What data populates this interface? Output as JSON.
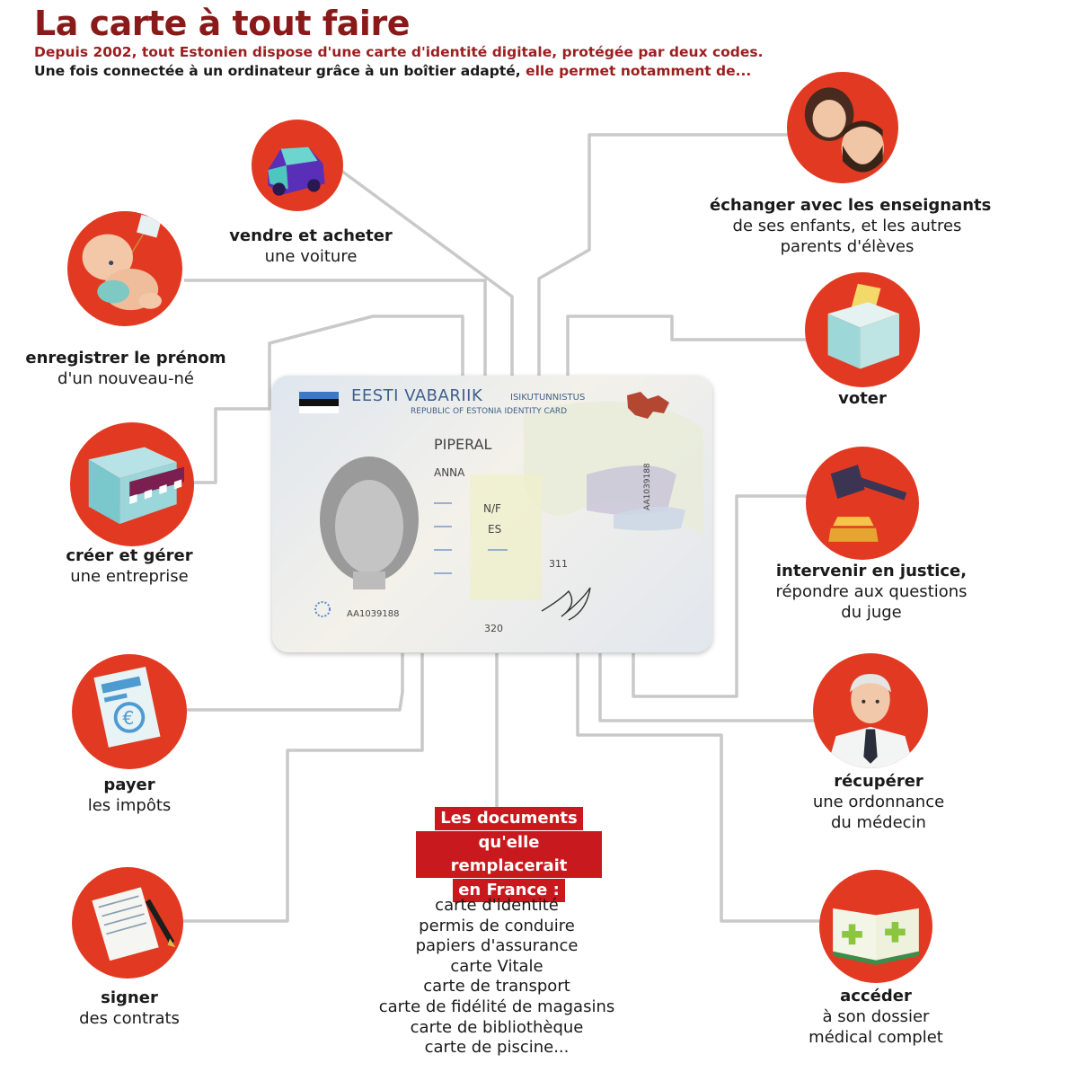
{
  "header": {
    "title": "La carte à tout faire",
    "subtitle_line1": "Depuis 2002, tout Estonien dispose d'une carte d'identité digitale, protégée par deux codes.",
    "subtitle_line2_a": "Une fois connectée à un ordinateur grâce à un boîtier adapté, ",
    "subtitle_line2_b": "elle permet notamment de..."
  },
  "uses": {
    "car": {
      "bold": "vendre et acheter",
      "normal": "une voiture",
      "icon": "car-icon"
    },
    "baby": {
      "bold": "enregistrer le prénom",
      "normal": "d'un nouveau-né",
      "icon": "baby-icon"
    },
    "shop": {
      "bold": "créer et gérer",
      "normal": "une entreprise",
      "icon": "shop-icon"
    },
    "tax": {
      "bold": "payer",
      "normal": "les impôts",
      "icon": "tax-document-icon"
    },
    "sign": {
      "bold": "signer",
      "normal": "des contrats",
      "icon": "contract-pen-icon"
    },
    "teachers": {
      "bold": "échanger avec les enseignants",
      "normal1": "de ses enfants, et les autres",
      "normal2": "parents d'élèves",
      "icon": "people-icon"
    },
    "vote": {
      "bold": "voter",
      "icon": "ballot-box-icon"
    },
    "justice": {
      "bold": "intervenir en justice,",
      "normal1": "répondre aux questions",
      "normal2": "du juge",
      "icon": "gavel-icon"
    },
    "prescription": {
      "bold": "récupérer",
      "normal1": "une ordonnance",
      "normal2": "du médecin",
      "icon": "doctor-icon"
    },
    "medical": {
      "bold": "accéder",
      "normal1": "à son dossier",
      "normal2": "médical complet",
      "icon": "medical-book-icon"
    }
  },
  "card": {
    "country": "EESTI VABARIIK",
    "doc_type": "ISIKUTUNNISTUS",
    "english": "REPUBLIC OF ESTONIA IDENTITY CARD",
    "surname": "PIPERAL",
    "given_name": "ANNA",
    "sex": "N/F",
    "nationality": "ES",
    "number": "AA1039188",
    "vertical_number": "AA1039188",
    "code_a": "311",
    "code_b": "320"
  },
  "documents": {
    "heading": [
      "Les documents",
      "qu'elle remplacerait",
      "en France :"
    ],
    "items": [
      "carte d'identité",
      "permis de conduire",
      "papiers d'assurance",
      "carte Vitale",
      "carte de transport",
      "carte de fidélité de magasins",
      "carte de bibliothèque",
      "carte de piscine..."
    ]
  },
  "colors": {
    "accent_red": "#e23a22",
    "title_red": "#8a1a1a",
    "line_gray": "#c9c9c9"
  }
}
